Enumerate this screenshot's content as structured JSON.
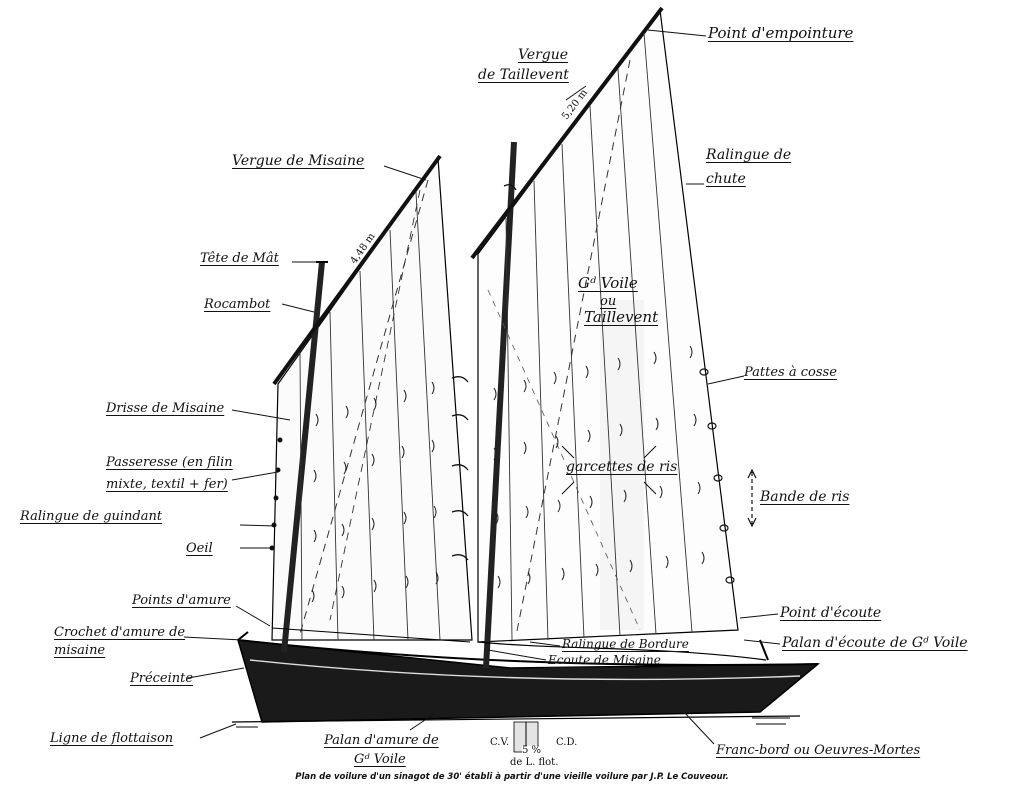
{
  "labels": {
    "point_empointure": "Point d'empointure",
    "vergue_taillevent_1": "Vergue",
    "vergue_taillevent_2": "de Taillevent",
    "vergue_misaine": "Vergue de Misaine",
    "ralingue_chute_1": "Ralingue de",
    "ralingue_chute_2": "chute",
    "tete_mat": "Tête de Mât",
    "rocambot": "Rocambot",
    "gd_voile_1": "Gᵈ Voile",
    "gd_voile_2": "ou",
    "gd_voile_3": "Taillevent",
    "pattes_cosse": "Pattes à cosse",
    "drisse_misaine": "Drisse de Misaine",
    "garcettes_ris": "garcettes de ris",
    "passeresse_1": "Passeresse (en filin",
    "passeresse_2": "mixte, textil + fer)",
    "bande_ris": "Bande de ris",
    "ralingue_guindant": "Ralingue de guindant",
    "oeil": "Oeil",
    "points_amure": "Points d'amure",
    "point_ecoute": "Point d'écoute",
    "crochet_1": "Crochet d'amure de",
    "crochet_2": "misaine",
    "ralingue_bordure": "Ralingue de Bordure",
    "palan_ecoute": "Palan d'écoute de Gᵈ Voile",
    "ecoute_misaine": "Ecoute de Misaine",
    "preceinte": "Préceinte",
    "ligne_flottaison": "Ligne de flottaison",
    "palan_amure_1": "Palan d'amure de",
    "palan_amure_2": "Gᵈ Voile",
    "franc_bord": "Franc-bord ou Oeuvres-Mortes"
  },
  "dimensions": {
    "taillevent_yard": "5,20 m",
    "misaine_yard": "4,48 m"
  },
  "centers": {
    "cv": "C.V.",
    "cd": "C.D.",
    "pct": "5 %",
    "lflot": "de L. flot."
  },
  "caption": "Plan de voilure d'un sinagot de 30' établi à partir d'une vieille voilure par J.P. Le Couveour."
}
